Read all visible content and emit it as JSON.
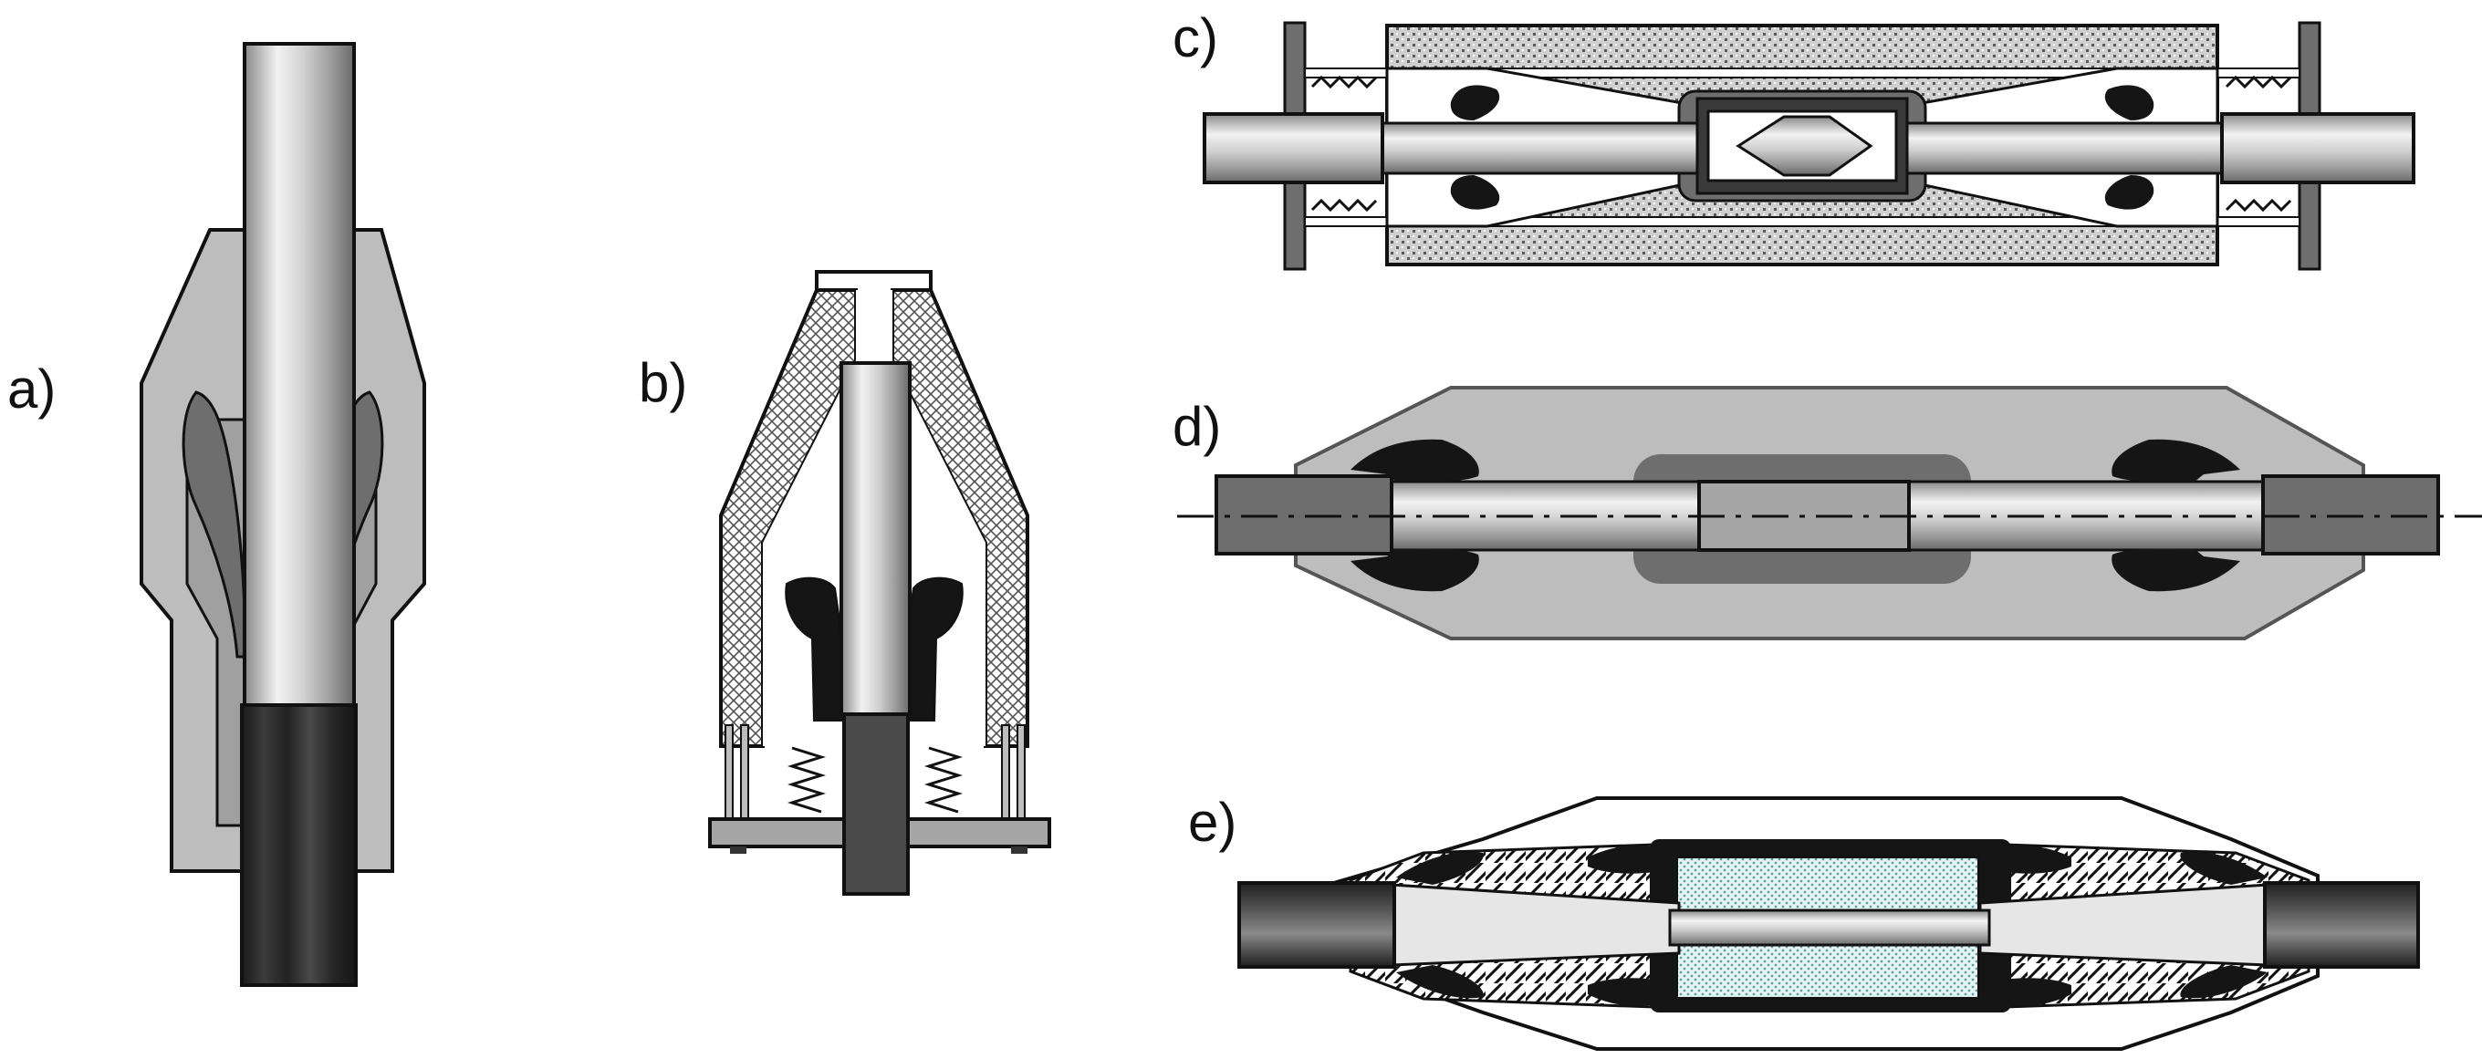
{
  "panels": [
    {
      "id": "a",
      "label": "a)"
    },
    {
      "id": "b",
      "label": "b)"
    },
    {
      "id": "c",
      "label": "c)"
    },
    {
      "id": "d",
      "label": "d)"
    },
    {
      "id": "e",
      "label": "e)"
    }
  ],
  "colors": {
    "outline": "#111111",
    "light_gray": "#bdbdbd",
    "mid_gray": "#a6a6a6",
    "dark_gray": "#6e6e6e",
    "darker_gray": "#4a4a4a",
    "black": "#151515",
    "background": "#ffffff",
    "stipple_teal": "#8ec9c7"
  }
}
